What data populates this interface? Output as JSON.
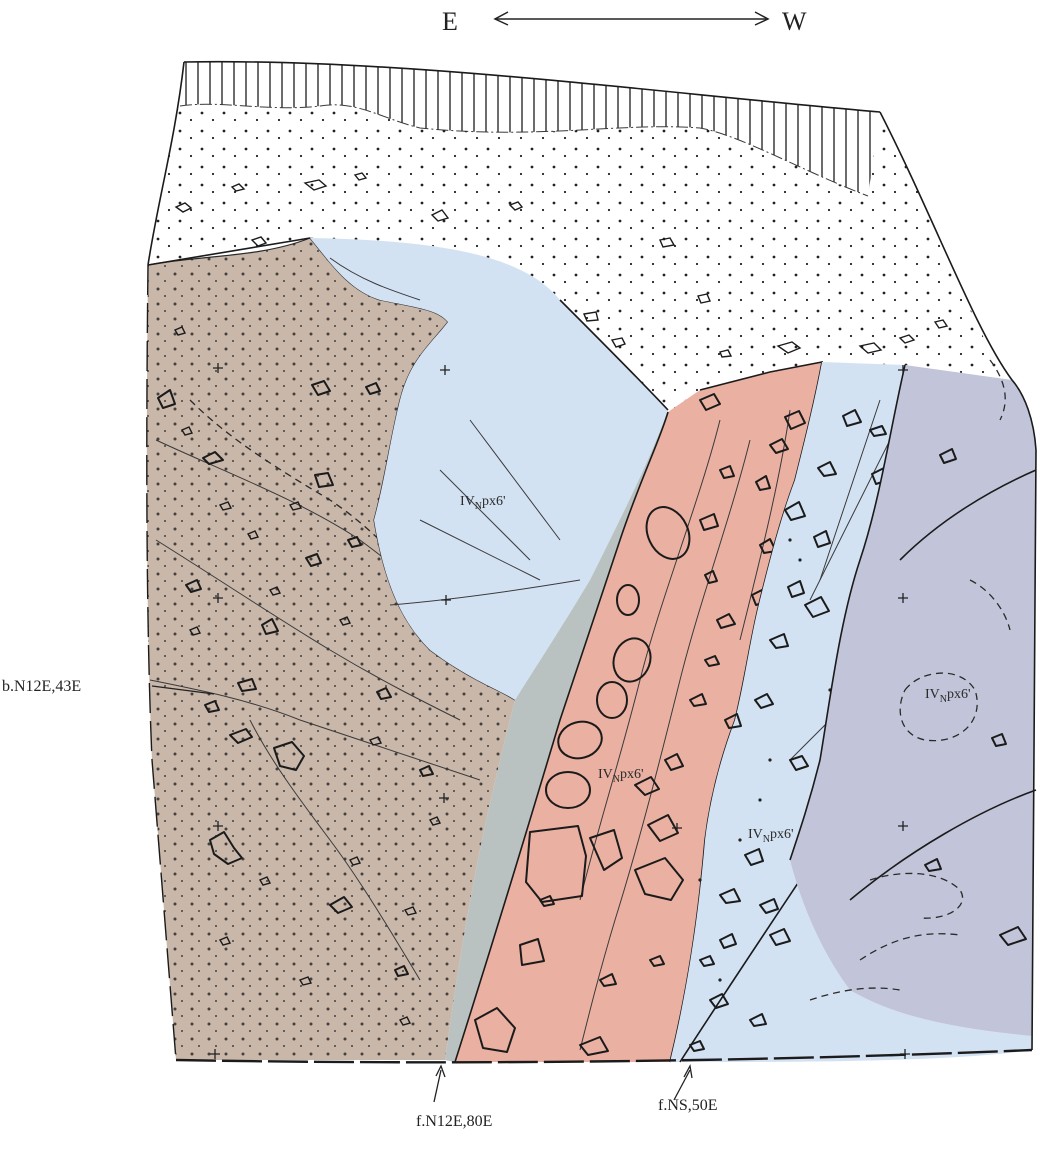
{
  "orientation": {
    "left": "E",
    "right": "W"
  },
  "units": [
    {
      "base": "IV",
      "sub": "N",
      "rest": "px6'"
    },
    {
      "base": "IV",
      "sub": "N",
      "rest": "px6'"
    },
    {
      "base": "IV",
      "sub": "N",
      "rest": "px6'"
    },
    {
      "base": "IV",
      "sub": "N",
      "rest": "px6'"
    }
  ],
  "annotations": {
    "bedding": "b.N12E,43E",
    "fault_main": "f.N12E,80E",
    "fault_ns": "f.NS,50E"
  },
  "colors": {
    "brown_unit": "#c9b7aa",
    "light_blue_unit": "#d3e2f3",
    "salmon_unit": "#eab1a2",
    "lavender_unit": "#c2c4d9",
    "gray_sliver": "#b9c2c0",
    "soil_white": "#ffffff"
  }
}
